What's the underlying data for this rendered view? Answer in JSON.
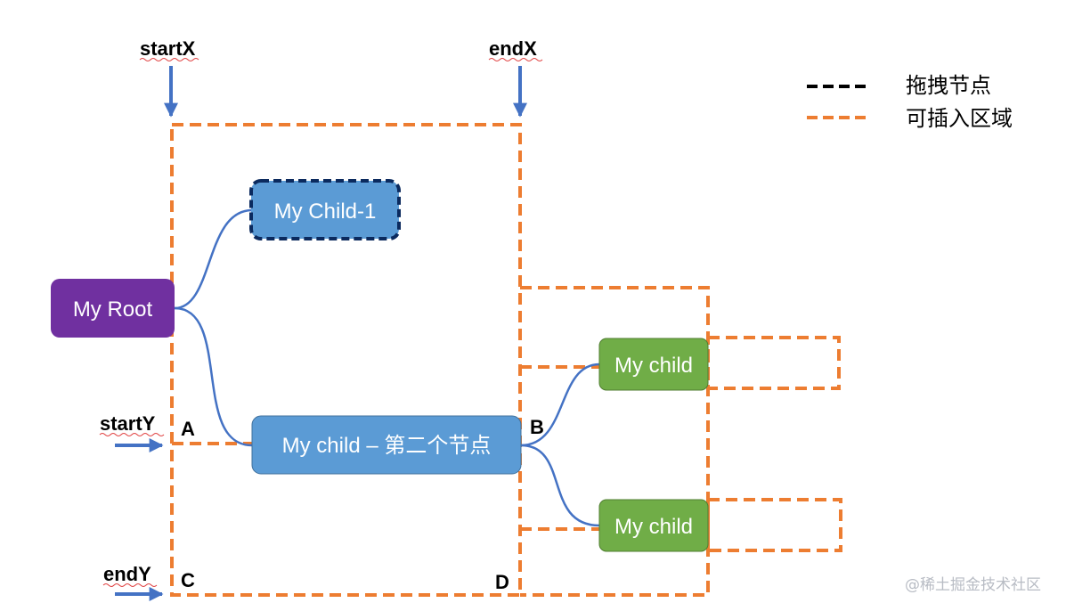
{
  "axis_labels": {
    "startX": "startX",
    "endX": "endX",
    "startY": "startY",
    "endY": "endY"
  },
  "corner_labels": {
    "a": "A",
    "b": "B",
    "c": "C",
    "d": "D"
  },
  "nodes": {
    "root": "My Root",
    "child1": "My Child-1",
    "child2": "My child – 第二个节点",
    "grandchild_top": "My child",
    "grandchild_bottom": "My child"
  },
  "legend": {
    "drag_node": "拖拽节点",
    "insert_area": "可插入区域"
  },
  "watermark": "@稀土掘金技术社区",
  "colors": {
    "root_fill": "#7030a0",
    "child_fill": "#5b9bd5",
    "grandchild_fill": "#70ad47",
    "connector": "#4472c4",
    "arrow": "#4472c4",
    "insert_area_stroke": "#ed7d31",
    "drag_node_stroke": "#0b2a5e"
  }
}
